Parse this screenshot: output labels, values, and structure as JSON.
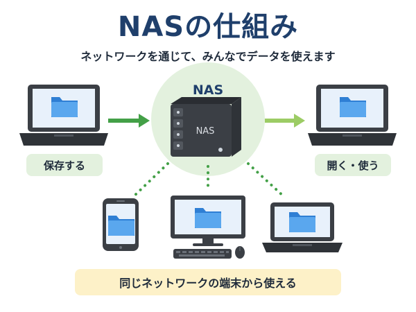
{
  "title": "NASの仕組み",
  "subtitle": "ネットワークを通じて、みんなでデータを使えます",
  "nas": {
    "top_label": "NAS",
    "front_label": "NAS"
  },
  "labels": {
    "save": "保存する",
    "open_use": "開く・使う",
    "bottom": "同じネットワークの端末から使える"
  },
  "colors": {
    "title": "#1f3f6b",
    "arrow_left": "#43a047",
    "arrow_right": "#9ccc65",
    "dotted": "#43a047",
    "nas_circle": "#e3f1de",
    "device_dark": "#3b3f45",
    "screen": "#e8f1fb",
    "folder": "#3d8fe0"
  },
  "icons": [
    "laptop-icon",
    "folder-icon",
    "nas-device-icon",
    "smartphone-icon",
    "desktop-icon",
    "keyboard-icon",
    "mouse-icon"
  ]
}
